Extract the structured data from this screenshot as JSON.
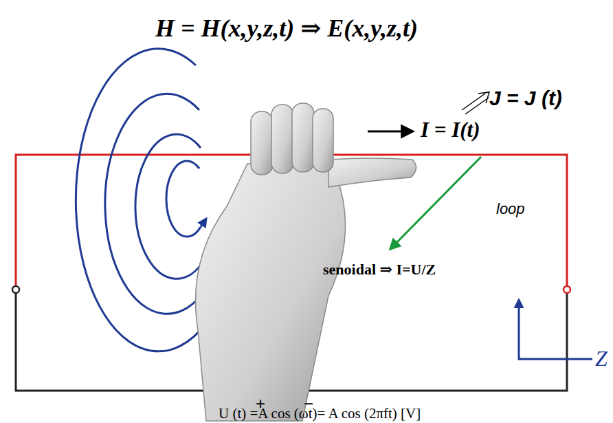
{
  "diagram": {
    "labels": [
      "H = H(x,y,z,t) ⇒ E(x,y,z,t)",
      "J = J (t)",
      "I = I(t)",
      "loop",
      "senoidal ⇒ I=U/Z",
      "Z",
      "+",
      "−",
      "U (t) =A cos (ωt)= A cos (2πft) [V]"
    ]
  }
}
